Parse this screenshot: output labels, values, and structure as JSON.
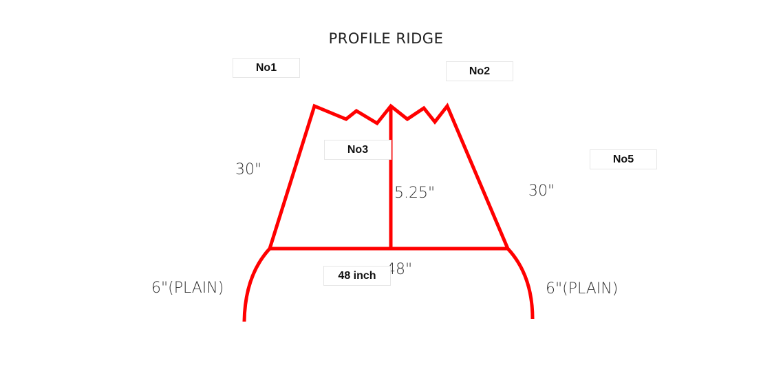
{
  "title": "PROFILE RIDGE",
  "dimensions": {
    "left_slope": "30\"",
    "right_slope": "30\"",
    "height": "5.25\"",
    "base": "48\"",
    "left_plain": "6\"(PLAIN)",
    "right_plain": "6\"(PLAIN)"
  },
  "labels": {
    "no1": "No1",
    "no2": "No2",
    "no3": "No3",
    "no5": "No5",
    "base_inch": "48 inch"
  },
  "colors": {
    "profile_line": "#ff0000",
    "text": "#333333"
  }
}
